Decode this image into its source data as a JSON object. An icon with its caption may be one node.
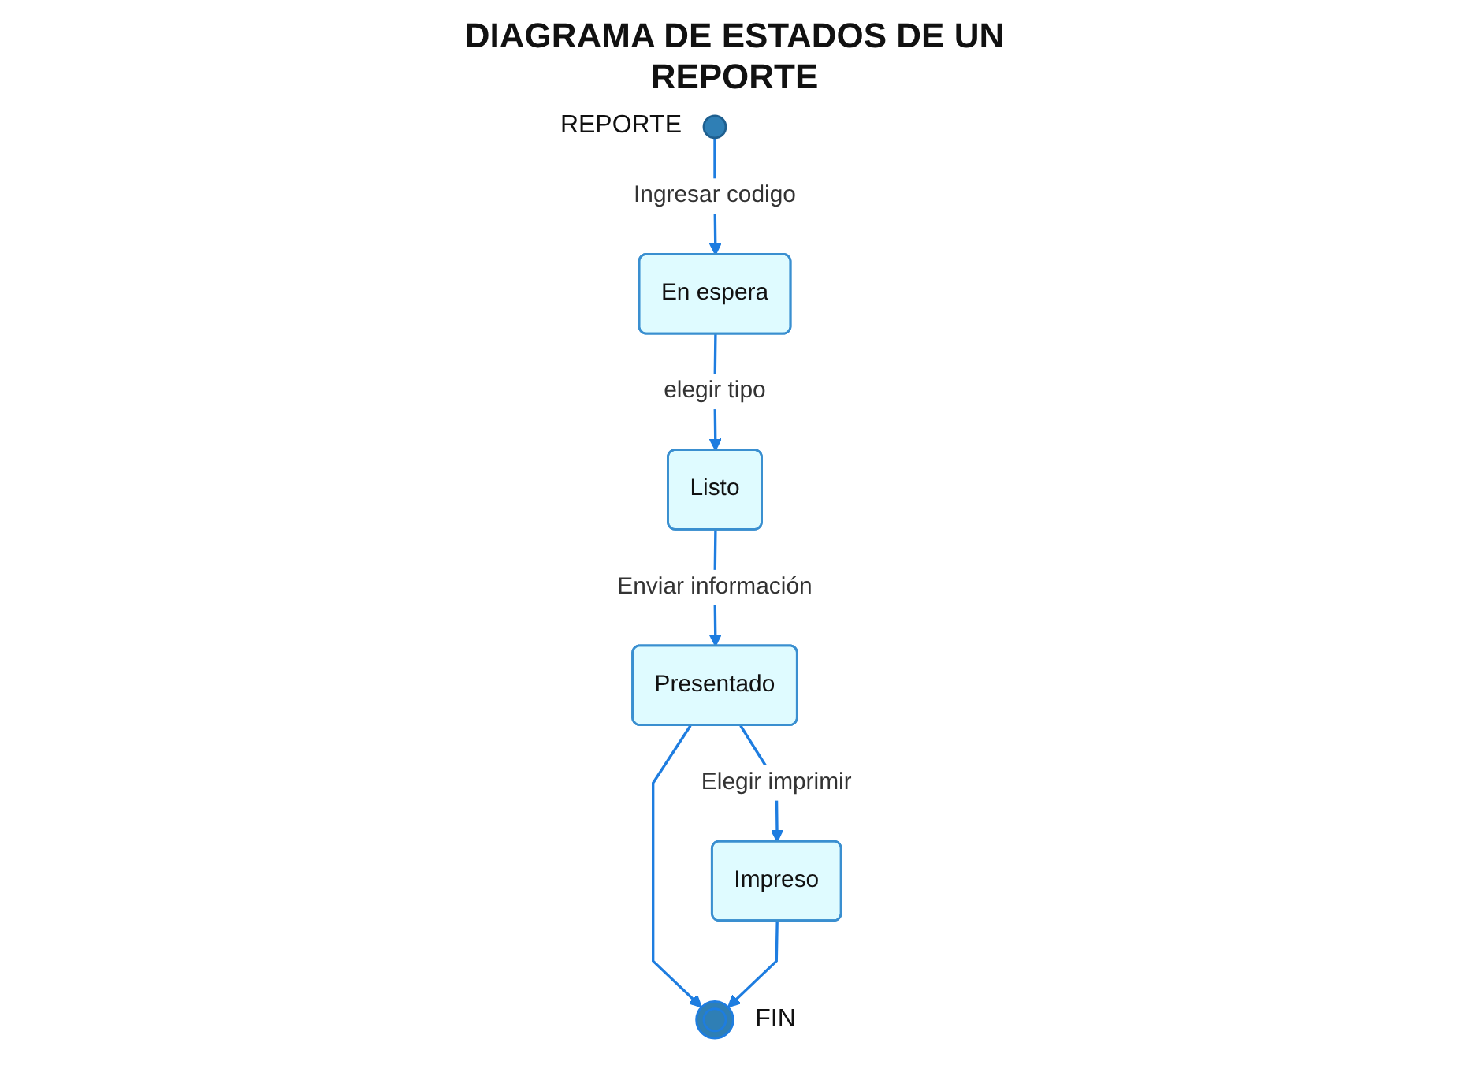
{
  "diagram": {
    "title": "DIAGRAMA DE ESTADOS DE UN REPORTE",
    "nodes": [
      {
        "text": [],
        "shape": "circle",
        "beside": [
          "REPORTE"
        ]
      },
      {
        "text": [
          "En espera"
        ]
      },
      {
        "text": [
          "Listo"
        ]
      },
      {
        "text": [
          "Presentado"
        ]
      },
      {
        "text": [
          "Impreso"
        ]
      },
      {
        "text": [],
        "shape": "circle",
        "beside": [
          "FIN"
        ]
      }
    ],
    "edges": [
      {
        "from": 0,
        "to": 1,
        "arrow": "to",
        "label": "Ingresar codigo"
      },
      {
        "from": 1,
        "to": 2,
        "arrow": "to",
        "label": "elegir tipo"
      },
      {
        "from": 2,
        "to": 3,
        "arrow": "to",
        "label": "Enviar información"
      },
      {
        "from": 3,
        "to": 4,
        "arrow": "to",
        "label": "Elegir imprimir"
      },
      {
        "from": 3,
        "to": 5,
        "arrow": "to"
      },
      {
        "from": 4,
        "to": 5,
        "arrow": "to"
      }
    ]
  }
}
